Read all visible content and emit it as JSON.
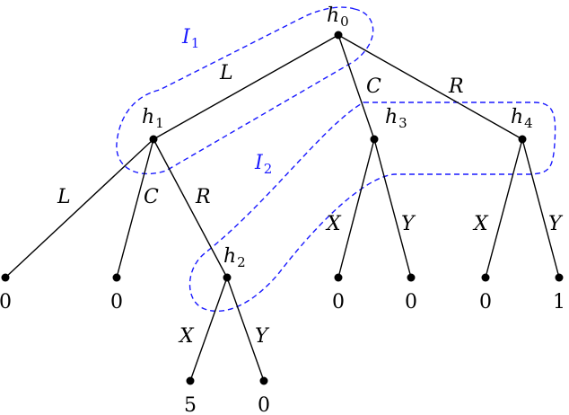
{
  "tree": {
    "nodes": [
      {
        "id": "h0",
        "symbol": "h",
        "index": "0"
      },
      {
        "id": "h1",
        "symbol": "h",
        "index": "1"
      },
      {
        "id": "h2",
        "symbol": "h",
        "index": "2"
      },
      {
        "id": "h3",
        "symbol": "h",
        "index": "3"
      },
      {
        "id": "h4",
        "symbol": "h",
        "index": "4"
      }
    ],
    "edges": [
      {
        "from": "h0",
        "to": "h1",
        "label": "L"
      },
      {
        "from": "h0",
        "to": "h3",
        "label": "C"
      },
      {
        "from": "h0",
        "to": "h4",
        "label": "R"
      },
      {
        "from": "h1",
        "to": "t1",
        "label": "L"
      },
      {
        "from": "h1",
        "to": "t2",
        "label": "C"
      },
      {
        "from": "h1",
        "to": "h2",
        "label": "R"
      },
      {
        "from": "h2",
        "to": "t3",
        "label": "X"
      },
      {
        "from": "h2",
        "to": "t4",
        "label": "Y"
      },
      {
        "from": "h3",
        "to": "t5",
        "label": "X"
      },
      {
        "from": "h3",
        "to": "t6",
        "label": "Y"
      },
      {
        "from": "h4",
        "to": "t7",
        "label": "X"
      },
      {
        "from": "h4",
        "to": "t8",
        "label": "Y"
      }
    ],
    "terminals": [
      {
        "id": "t1",
        "payoff": "0"
      },
      {
        "id": "t2",
        "payoff": "0"
      },
      {
        "id": "t3",
        "payoff": "5"
      },
      {
        "id": "t4",
        "payoff": "0"
      },
      {
        "id": "t5",
        "payoff": "0"
      },
      {
        "id": "t6",
        "payoff": "0"
      },
      {
        "id": "t7",
        "payoff": "0"
      },
      {
        "id": "t8",
        "payoff": "1"
      }
    ],
    "information_sets": [
      {
        "id": "I1",
        "symbol": "I",
        "index": "1",
        "members": [
          "h0",
          "h1"
        ],
        "color": "#1a1aff"
      },
      {
        "id": "I2",
        "symbol": "I",
        "index": "2",
        "members": [
          "h2",
          "h3",
          "h4"
        ],
        "color": "#1a1aff"
      }
    ]
  }
}
